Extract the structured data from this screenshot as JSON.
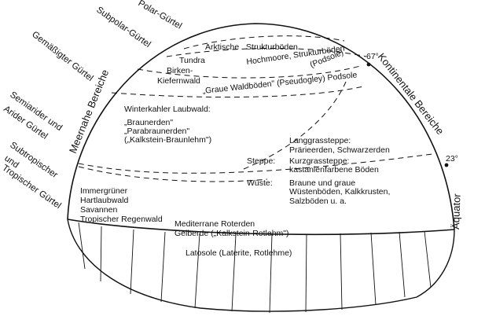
{
  "belts": {
    "polar": "Polar-Gürtel",
    "subpolar": "Subpolar-Gürtel",
    "temperate": "Gemäßigter Gürtel",
    "semiarid_1": "Semiarider und",
    "semiarid_2": "Arider Gürtel",
    "subtropical_1": "Subtropischer",
    "subtropical_2": "und",
    "subtropical_3": "Tropischer Gürtel"
  },
  "regions": {
    "oceanic": "Meernahe Bereiche",
    "continental": "Kontinentale Bereiche"
  },
  "latitudes": {
    "lat67": "67°",
    "lat23": "23°",
    "equator": "Äquator"
  },
  "zones": {
    "arctic": "Arktische   Strukturböden",
    "tundra_1": "Tundra",
    "tundra_2": "Birken-",
    "tundra_3": "Kiefernwald",
    "bog_1": "Hochmoore, Strukturböden",
    "bog_2": "(Podsole)",
    "grey_forest": "„Graue Waldböden\" (Pseudogley) Podsole",
    "winter_title": "Winterkahler Laubwald:",
    "winter_1": "„Braunerden\"",
    "winter_2": "„Parabraunerden\"",
    "winter_3": "(„Kalkstein-Braunlehm\")",
    "long_grass_1": "Langgrassteppe:",
    "long_grass_2": "Prärieerden, Schwarzerden",
    "steppe_label": "Steppe:",
    "short_grass_1": "Kurzgrassteppe:",
    "short_grass_2": "kastanienfarbene Böden",
    "desert_label": "Wüste:",
    "desert_1": "Braune und graue",
    "desert_2": "Wüstenböden, Kalkkrusten,",
    "desert_3": "Salzböden u. a.",
    "tropic_1": "Immergrüner",
    "tropic_2": "Hartlaubwald",
    "tropic_3": "Savannen",
    "tropic_4": "Tropischer Regenwald",
    "med_1": "Mediterrane Roterden",
    "med_2": "Gelberde („Kalkstein-Rotlehm\")",
    "latosol": "Latosole (Laterite, Rotlehme)"
  }
}
